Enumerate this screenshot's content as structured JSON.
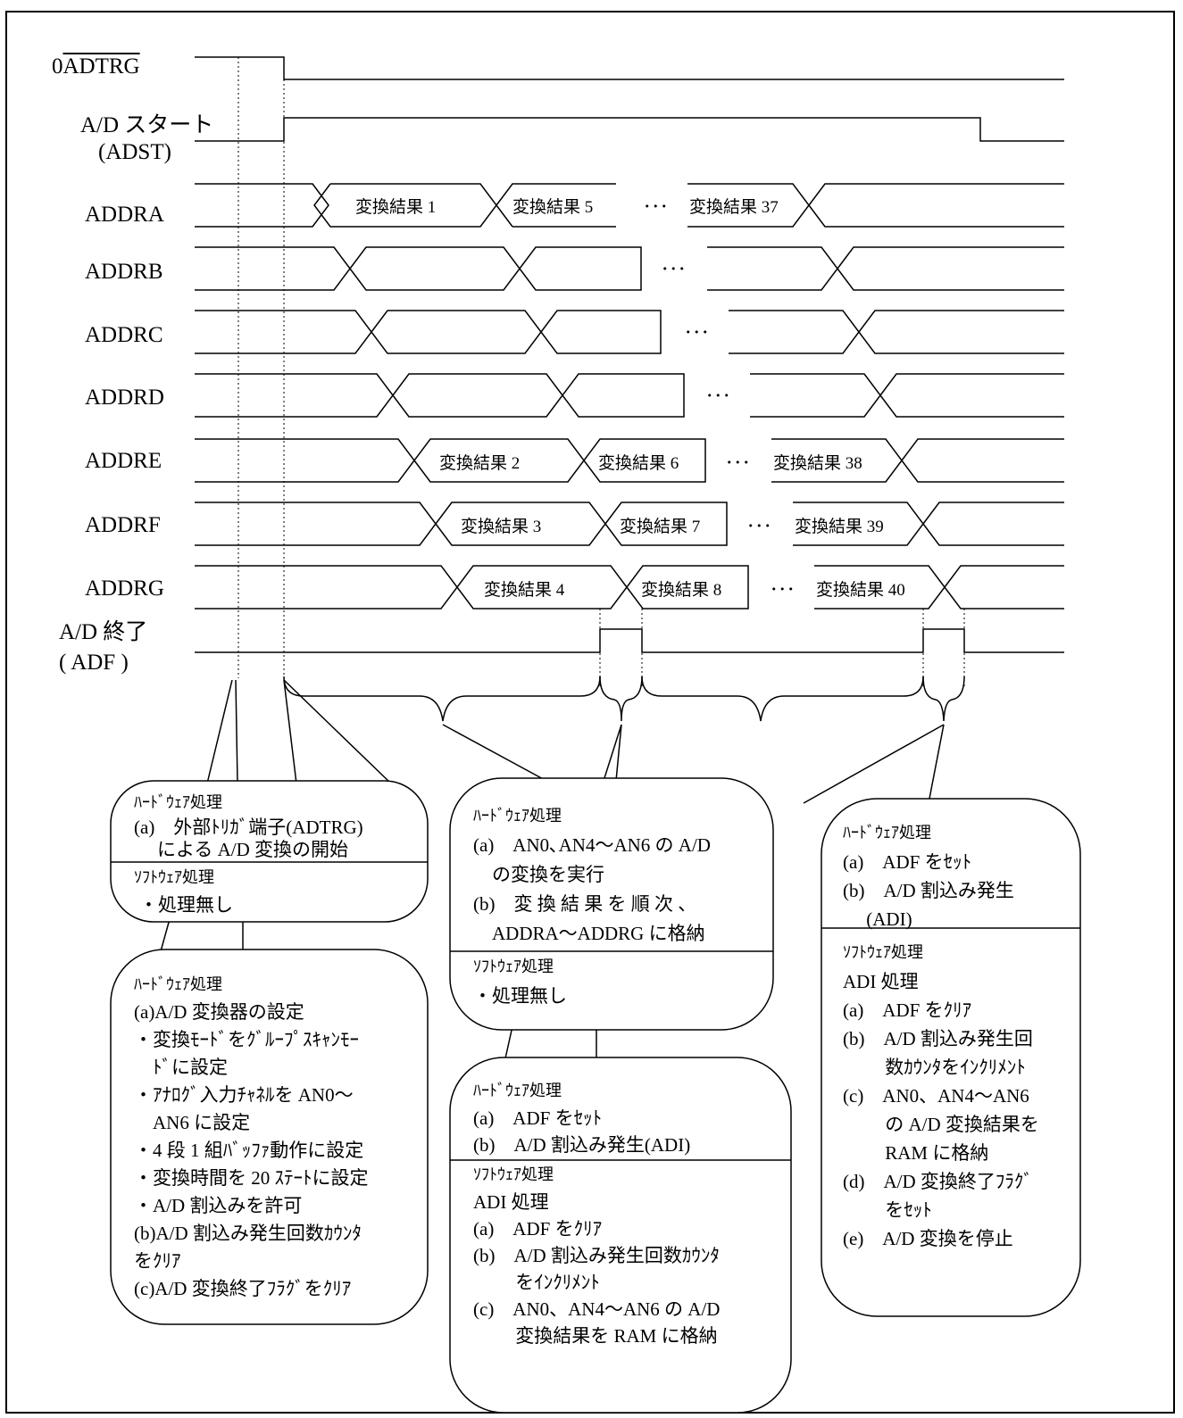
{
  "signals": {
    "adtrg": {
      "prefix": "0",
      "name": "ADTRG"
    },
    "adst": {
      "line1": "A/D スタート",
      "line2": "(ADST)"
    },
    "addra": "ADDRA",
    "addrb": "ADDRB",
    "addrc": "ADDRC",
    "addrd": "ADDRD",
    "addre": "ADDRE",
    "addrf": "ADDRF",
    "addrg": "ADDRG",
    "adf": {
      "line1": "A/D 終了",
      "line2": "( ADF )"
    }
  },
  "segments": {
    "a1": "変換結果 1",
    "a5": "変換結果 5",
    "a37": "変換結果 37",
    "e2": "変換結果 2",
    "e6": "変換結果 6",
    "e38": "変換結果 38",
    "f3": "変換結果 3",
    "f7": "変換結果 7",
    "f39": "変換結果 39",
    "g4": "変換結果 4",
    "g8": "変換結果 8",
    "g40": "変換結果 40",
    "ellipsis": "･･･"
  },
  "box_start": {
    "hw_title": "ﾊｰﾄﾞｳｪｱ処理",
    "hw_a1": "(a)　外部ﾄﾘｶﾞ端子(ADTRG)",
    "hw_a2": "による A/D 変換の開始",
    "sw_title": "ｿﾌﾄｳｪｱ処理",
    "sw_1": "・処理無し"
  },
  "box_init": {
    "hw_title": "ﾊｰﾄﾞｳｪｱ処理",
    "l1": "(a)A/D 変換器の設定",
    "l2": "・変換ﾓｰﾄﾞをｸﾞﾙｰﾌﾟｽｷｬﾝﾓｰ",
    "l3": "　ﾄﾞに設定",
    "l4": "・ｱﾅﾛｸﾞ入力ﾁｬﾈﾙを AN0～",
    "l5": "　AN6 に設定",
    "l6": "・4 段 1 組ﾊﾞｯﾌｧ動作に設定",
    "l7": "・変換時間を 20 ｽﾃｰﾄに設定",
    "l8": "・A/D 割込みを許可",
    "l9": "(b)A/D 割込み発生回数ｶｳﾝﾀ",
    "l10": "をｸﾘｱ",
    "l11": "(c)A/D 変換終了ﾌﾗｸﾞをｸﾘｱ"
  },
  "box_conv": {
    "hw_title": "ﾊｰﾄﾞｳｪｱ処理",
    "l1": "(a)　AN0､AN4～AN6 の A/D",
    "l2": "　の変換を実行",
    "l3": "(b)　変 換 結 果 を 順 次 、",
    "l4": "　ADDRA～ADDRG に格納",
    "sw_title": "ｿﾌﾄｳｪｱ処理",
    "sw_1": "・処理無し"
  },
  "box_adi": {
    "hw_title": "ﾊｰﾄﾞｳｪｱ処理",
    "l1": "(a)　ADF をｾｯﾄ",
    "l2": "(b)　A/D 割込み発生(ADI)",
    "sw_title": "ｿﾌﾄｳｪｱ処理",
    "sw_sub": "ADI 処理",
    "s1": "(a)　ADF をｸﾘｱ",
    "s2": "(b)　A/D 割込み発生回数ｶｳﾝﾀ",
    "s3": "　　 をｲﾝｸﾘﾒﾝﾄ",
    "s4": "(c)　AN0、AN4～AN6 の A/D",
    "s5": "　　 変換結果を RAM に格納"
  },
  "box_end": {
    "hw_title": "ﾊｰﾄﾞｳｪｱ処理",
    "l1": "(a)　ADF をｾｯﾄ",
    "l2": "(b)　A/D 割込み発生",
    "l3": "　 (ADI)",
    "sw_title": "ｿﾌﾄｳｪｱ処理",
    "sw_sub": "ADI 処理",
    "s1": "(a)　ADF をｸﾘｱ",
    "s2": "(b)　A/D 割込み発生回",
    "s3": "　　 数ｶｳﾝﾀをｲﾝｸﾘﾒﾝﾄ",
    "s4": "(c)　AN0、AN4～AN6",
    "s5": "　　 の A/D 変換結果を",
    "s6": "　　 RAM に格納",
    "s7": "(d)　A/D 変換終了ﾌﾗｸﾞ",
    "s8": "　　 をｾｯﾄ",
    "s9": "(e)　A/D 変換を停止"
  }
}
